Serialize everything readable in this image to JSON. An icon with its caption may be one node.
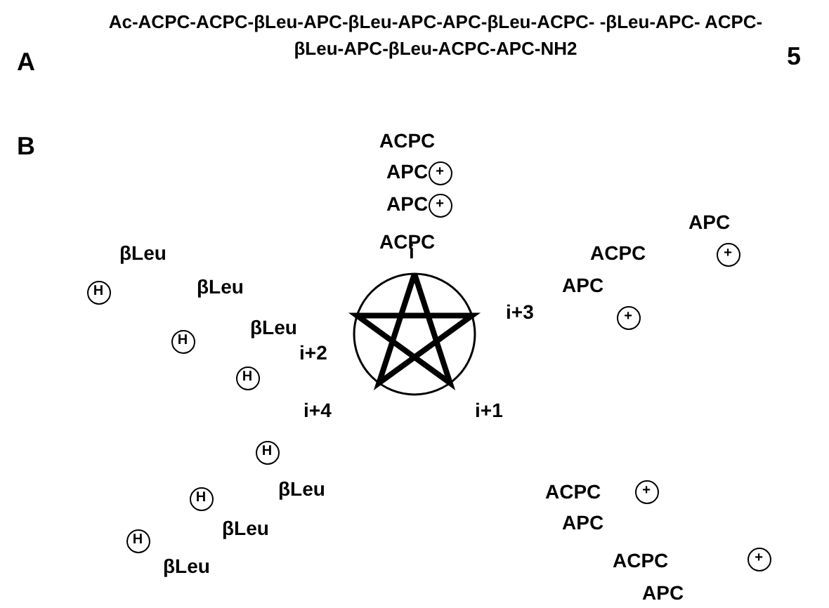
{
  "diagram": {
    "nodes": [
      {
        "text": [
          "+"
        ]
      },
      {
        "text": [
          "+"
        ]
      },
      {
        "text": [
          "+"
        ]
      },
      {
        "text": [
          "H"
        ]
      },
      {
        "text": [
          "+"
        ]
      },
      {
        "text": [
          "H"
        ]
      },
      {
        "text": [
          "H"
        ]
      },
      {
        "text": [
          "H"
        ]
      },
      {
        "text": [
          "+"
        ]
      },
      {
        "text": [
          "H"
        ]
      },
      {
        "text": [
          "H"
        ]
      },
      {
        "text": [
          "+"
        ]
      }
    ],
    "edges": [],
    "labels": [
      "A",
      "Ac-ACPC-ACPC-βLeu-APC-βLeu-APC-APC-βLeu-ACPC- -βLeu-APC- ACPC-βLeu-APC-βLeu-ACPC-APC-NH2",
      "5",
      "B",
      "ACPC",
      "APC",
      "APC",
      "ACPC",
      "APC",
      "βLeu",
      "ACPC",
      "i",
      "βLeu",
      "APC",
      "i+3",
      "βLeu",
      "i+2",
      "i+4",
      "i+1",
      "βLeu",
      "ACPC",
      "APC",
      "βLeu",
      "ACPC",
      "βLeu",
      "APC"
    ]
  }
}
